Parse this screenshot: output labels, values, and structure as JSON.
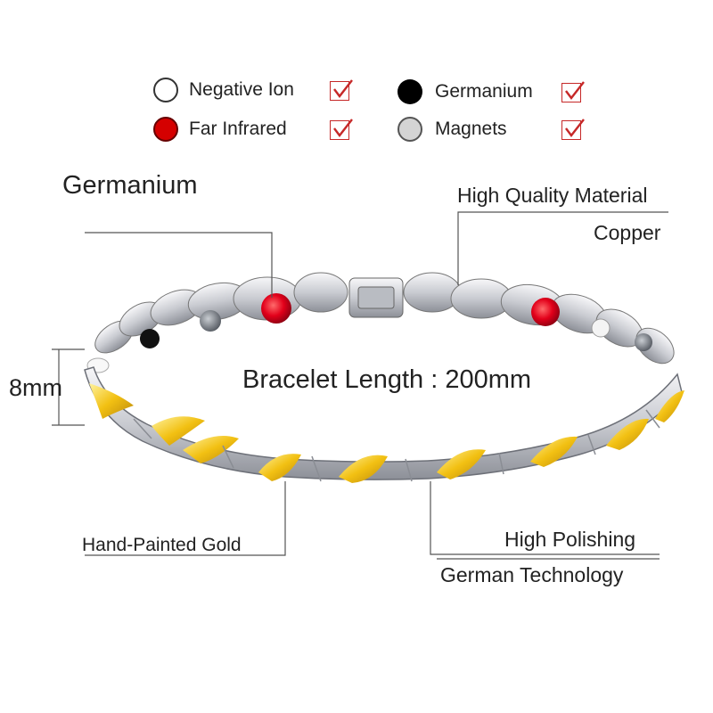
{
  "legend": [
    {
      "label": "Negative Ion",
      "dot_color": "#ffffff",
      "icon": "white-stone-icon",
      "checked": true
    },
    {
      "label": "Germanium",
      "dot_color": "#000000",
      "icon": "black-stone-icon",
      "checked": true
    },
    {
      "label": "Far Infrared",
      "dot_color": "#d50000",
      "icon": "red-stone-icon",
      "checked": true
    },
    {
      "label": "Magnets",
      "dot_color": "#d4d4d4",
      "icon": "grey-stone-icon",
      "checked": true
    }
  ],
  "check_color": "#c62828",
  "callouts": {
    "germanium": "Germanium",
    "high_quality_material": "High Quality Material",
    "copper": "Copper",
    "width": "8mm",
    "length": "Bracelet Length : 200mm",
    "hand_painted_gold": "Hand-Painted Gold",
    "high_polishing": "High Polishing",
    "german_technology": "German Technology"
  },
  "colors": {
    "silver": "#d9dadf",
    "gold": "#f2c012",
    "red_stone": "#e2001a",
    "black_stone": "#111111",
    "magnet": "#8a8f96"
  }
}
